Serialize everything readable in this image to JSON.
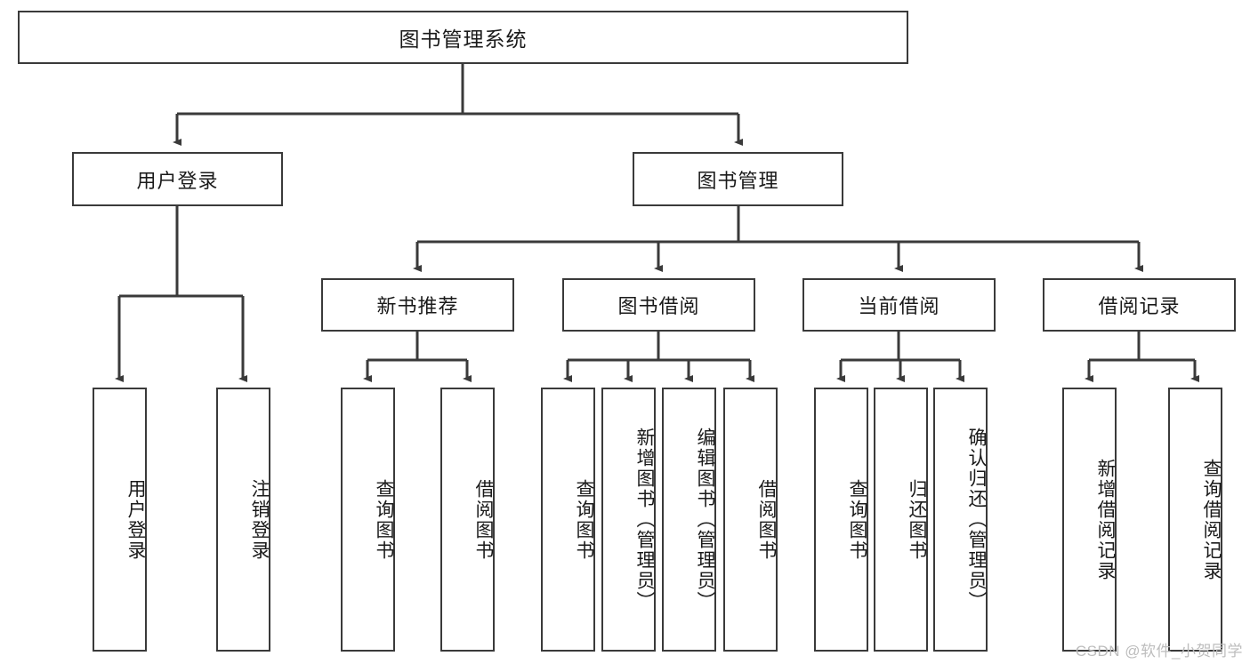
{
  "diagram": {
    "title_node": {
      "label": "图书管理系统"
    },
    "tier2": [
      {
        "id": "user-login",
        "label": "用户登录"
      },
      {
        "id": "book-management",
        "label": "图书管理"
      }
    ],
    "tier3": [
      {
        "id": "new-book-recommend",
        "label": "新书推荐"
      },
      {
        "id": "book-borrow",
        "label": "图书借阅"
      },
      {
        "id": "current-borrow",
        "label": "当前借阅"
      },
      {
        "id": "borrow-record",
        "label": "借阅记录"
      }
    ],
    "leaves": {
      "user_login": [
        {
          "id": "leaf-user-login",
          "label": "用户登录"
        },
        {
          "id": "leaf-logout-login",
          "label": "注销登录"
        }
      ],
      "new_book_recommend": [
        {
          "id": "leaf-query-book-1",
          "label": "查询图书"
        },
        {
          "id": "leaf-borrow-book-1",
          "label": "借阅图书"
        }
      ],
      "book_borrow": [
        {
          "id": "leaf-query-book-2",
          "label": "查询图书"
        },
        {
          "id": "leaf-add-book",
          "label": "新增图书（管理员）"
        },
        {
          "id": "leaf-edit-book",
          "label": "编辑图书（管理员）"
        },
        {
          "id": "leaf-borrow-book-2",
          "label": "借阅图书"
        }
      ],
      "current_borrow": [
        {
          "id": "leaf-query-book-3",
          "label": "查询图书"
        },
        {
          "id": "leaf-return-book",
          "label": "归还图书"
        },
        {
          "id": "leaf-confirm-return",
          "label": "确认归还（管理员）"
        }
      ],
      "borrow_record": [
        {
          "id": "leaf-add-record",
          "label": "新增借阅记录"
        },
        {
          "id": "leaf-query-record",
          "label": "查询借阅记录"
        }
      ]
    }
  },
  "watermark": {
    "text": "CSDN @软件_小贺同学"
  },
  "colors": {
    "stroke": "#3a3a3a",
    "box_fill": "#ffffff",
    "text": "#1a1a1a",
    "watermark": "#bdbdbd",
    "background": "#ffffff"
  }
}
